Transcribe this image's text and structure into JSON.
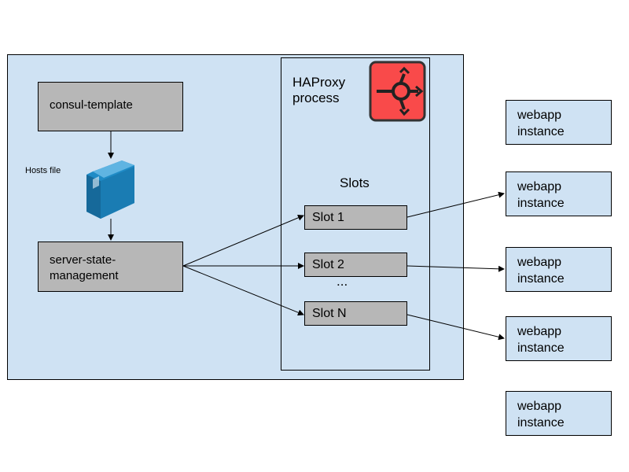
{
  "haproxy": {
    "title": "HAProxy\nprocess",
    "slots_title": "Slots",
    "ellipsis": "...",
    "logo_icon": "haproxy-logo-icon",
    "logo_color": "#f94a4a",
    "slots": [
      {
        "label": "Slot 1"
      },
      {
        "label": "Slot 2"
      },
      {
        "label": "Slot N"
      }
    ]
  },
  "consul_template": {
    "label": "consul-template"
  },
  "hosts_file": {
    "label": "Hosts file",
    "icon": "folder-icon",
    "color": "#1f8bc6"
  },
  "server_state": {
    "label": "server-state-\nmanagement"
  },
  "webapps": [
    {
      "label": "webapp\ninstance"
    },
    {
      "label": "webapp\ninstance"
    },
    {
      "label": "webapp\ninstance"
    },
    {
      "label": "webapp\ninstance"
    },
    {
      "label": "webapp\ninstance"
    }
  ],
  "colors": {
    "container_fill": "#cfe2f3",
    "process_box_fill": "#b7b7b7",
    "border": "#000000"
  }
}
